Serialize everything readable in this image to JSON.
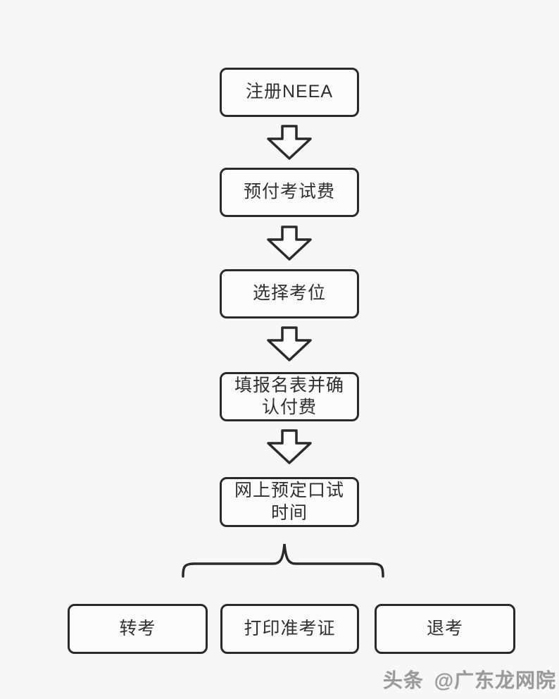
{
  "canvas": {
    "background": "#f7f7f8",
    "line_color": "#2a2a2a",
    "text_color": "#2f2f2f",
    "watermark_color": "#9a9a9a"
  },
  "flow": {
    "steps": [
      {
        "label": "注册NEEA"
      },
      {
        "label": "预付考试费"
      },
      {
        "label": "选择考位"
      },
      {
        "label": "填报名表并确认付费"
      },
      {
        "label": "网上预定口试时间"
      }
    ],
    "branches": [
      {
        "label": "转考"
      },
      {
        "label": "打印准考证"
      },
      {
        "label": "退考"
      }
    ]
  },
  "watermark": {
    "source": "头条",
    "handle": "@广东龙网院"
  }
}
